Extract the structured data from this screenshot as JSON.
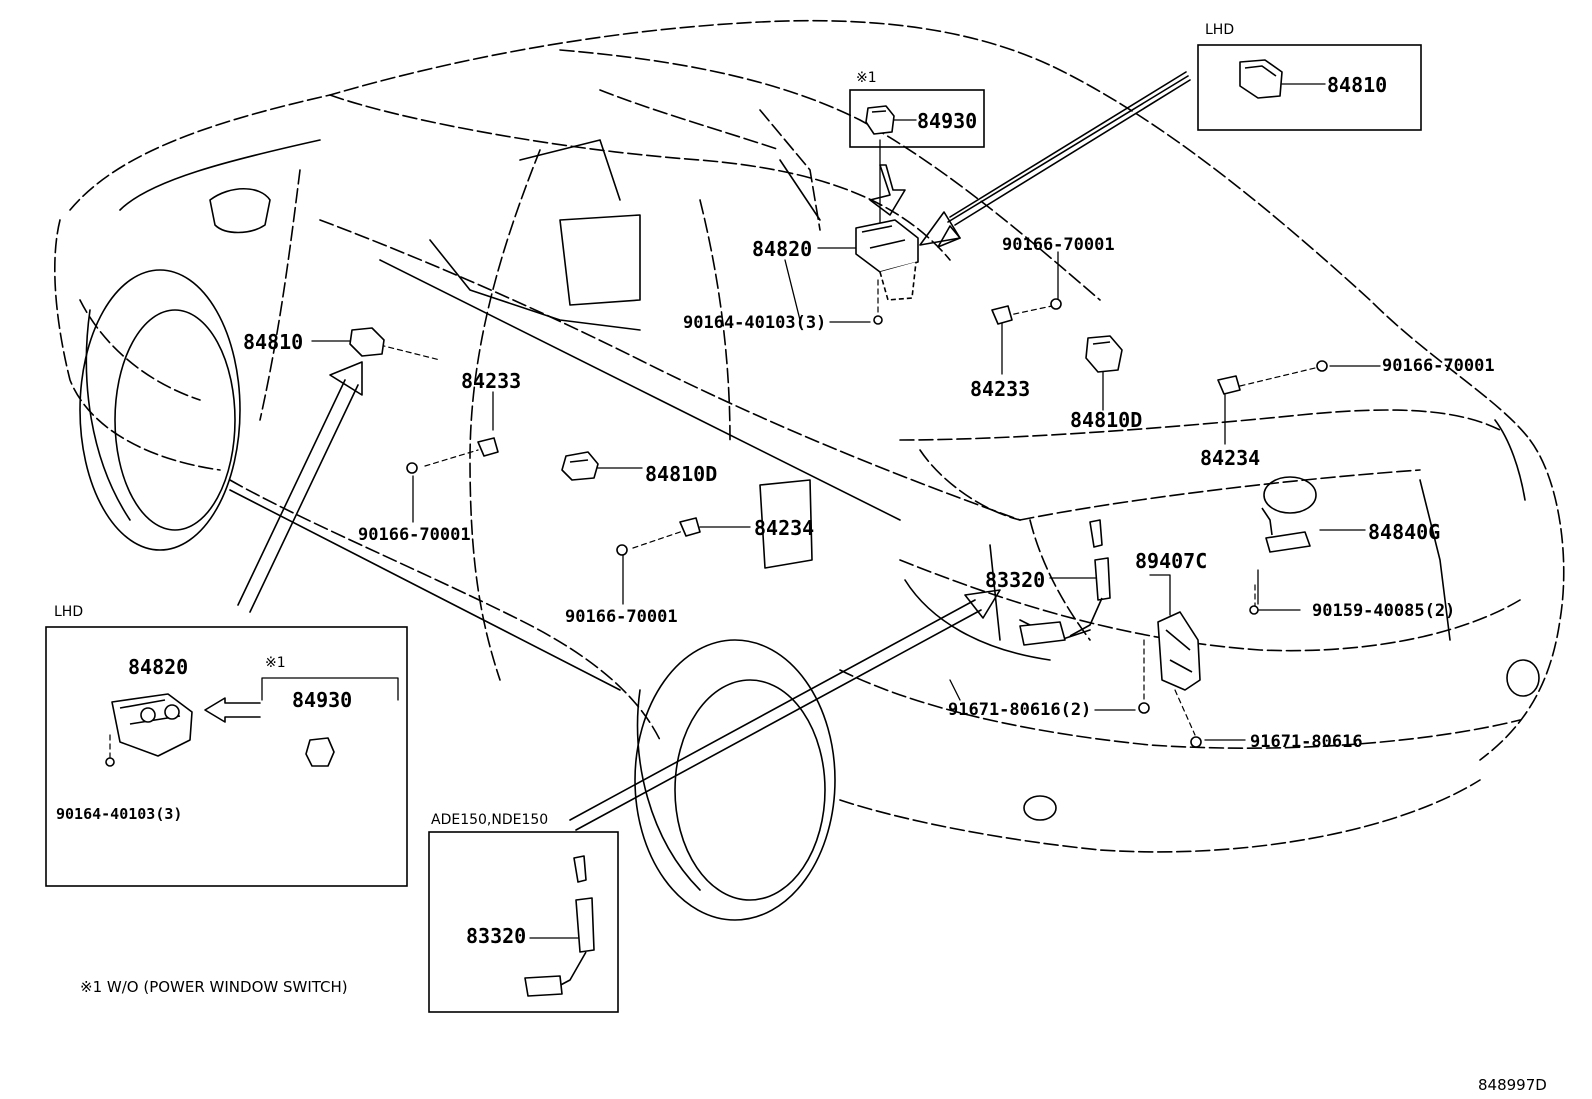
{
  "callouts": {
    "lhd_top": "LHD",
    "star1_top": "※1",
    "p84810_box": "84810",
    "p84930_top": "84930",
    "p84820_top": "84820",
    "p90166_70001_a": "90166-70001",
    "p90164_40103_3": "90164-40103(3)",
    "p84233_r": "84233",
    "p90166_70001_r": "90166-70001",
    "p84810D_r": "84810D",
    "p84234_r": "84234",
    "p84810_l": "84810",
    "p84233_l": "84233",
    "p84810D_l": "84810D",
    "p84234_l": "84234",
    "p90166_70001_l1": "90166-70001",
    "p90166_70001_l2": "90166-70001",
    "p83320_mid": "83320",
    "p89407C": "89407C",
    "p84840G": "84840G",
    "p90159_40085_2": "90159-40085(2)",
    "p91671_80616_2": "91671-80616(2)",
    "p91671_80616": "91671-80616",
    "lhd_box": "LHD",
    "p84820_box": "84820",
    "star1_box": "※1",
    "p84930_box": "84930",
    "p90164_40103_3_box": "90164-40103(3)",
    "variant_box": "ADE150,NDE150",
    "p83320_box": "83320",
    "footnote": "※1 W/O (POWER WINDOW SWITCH)",
    "drawing_id": "848997D"
  }
}
